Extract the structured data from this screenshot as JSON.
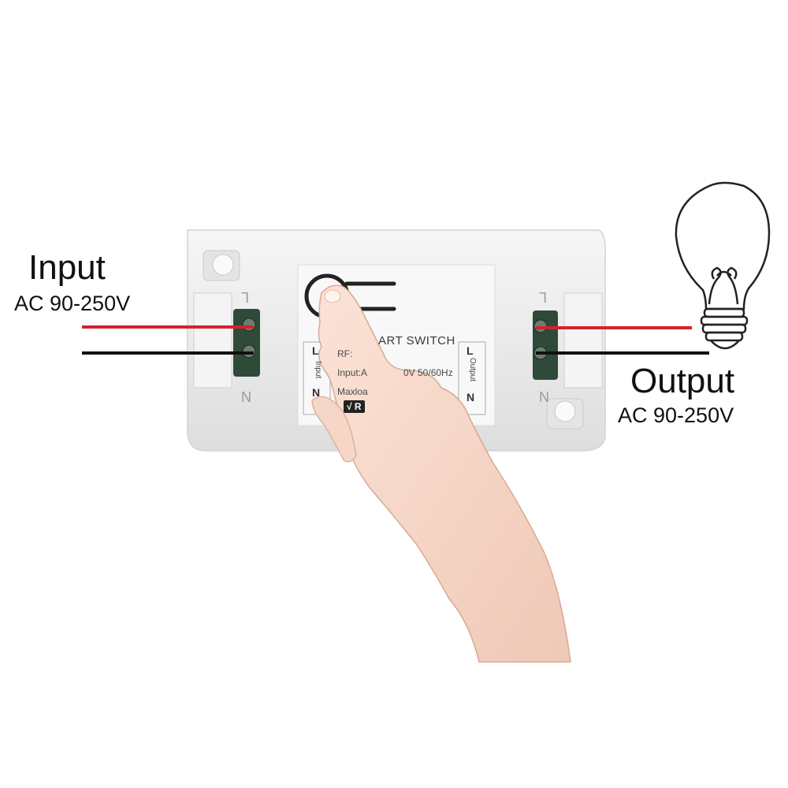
{
  "input": {
    "title": "Input",
    "voltage": "AC 90-250V"
  },
  "output": {
    "title": "Output",
    "voltage": "AC 90-250V"
  },
  "device": {
    "label_main": "ART SWITCH",
    "label_rf": "RF:",
    "label_input": "Input:A",
    "label_input_tail": "0V 50/60Hz",
    "label_maxload": "Maxloa",
    "badge": "√ R",
    "terminal_L": "L",
    "terminal_N": "N",
    "vert_input": "Input",
    "vert_output": "Output",
    "pole_left_top": "L",
    "pole_left_bottom": "N",
    "pole_right_top": "L",
    "pole_right_bottom": "N"
  },
  "colors": {
    "live_wire": "#d4222a",
    "neutral_wire": "#111111",
    "housing": "#efefef",
    "terminal": "#2f4a39"
  }
}
